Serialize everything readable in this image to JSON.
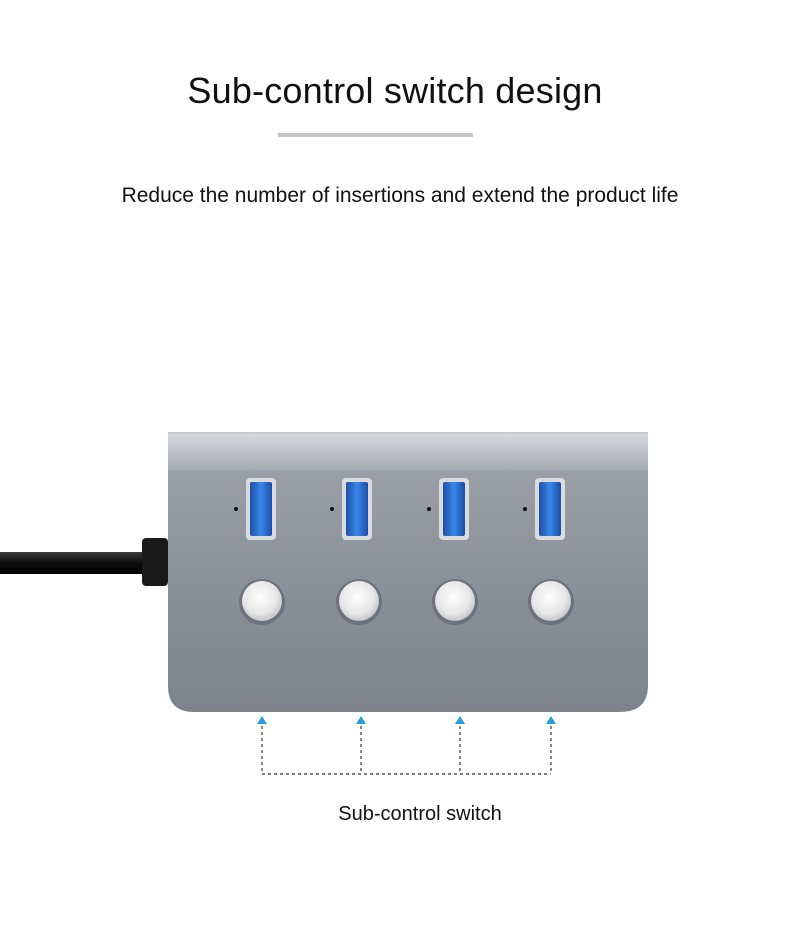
{
  "header": {
    "title": "Sub-control switch design",
    "subtitle": "Reduce the number of insertions and extend the product life"
  },
  "product": {
    "port_count": 4,
    "switch_count": 4,
    "body_color": "#8a8f98",
    "port_color": "#2a6fd6",
    "cable_color": "#111111",
    "arrow_color": "#2b9be0"
  },
  "callout": {
    "label": "Sub-control switch"
  }
}
